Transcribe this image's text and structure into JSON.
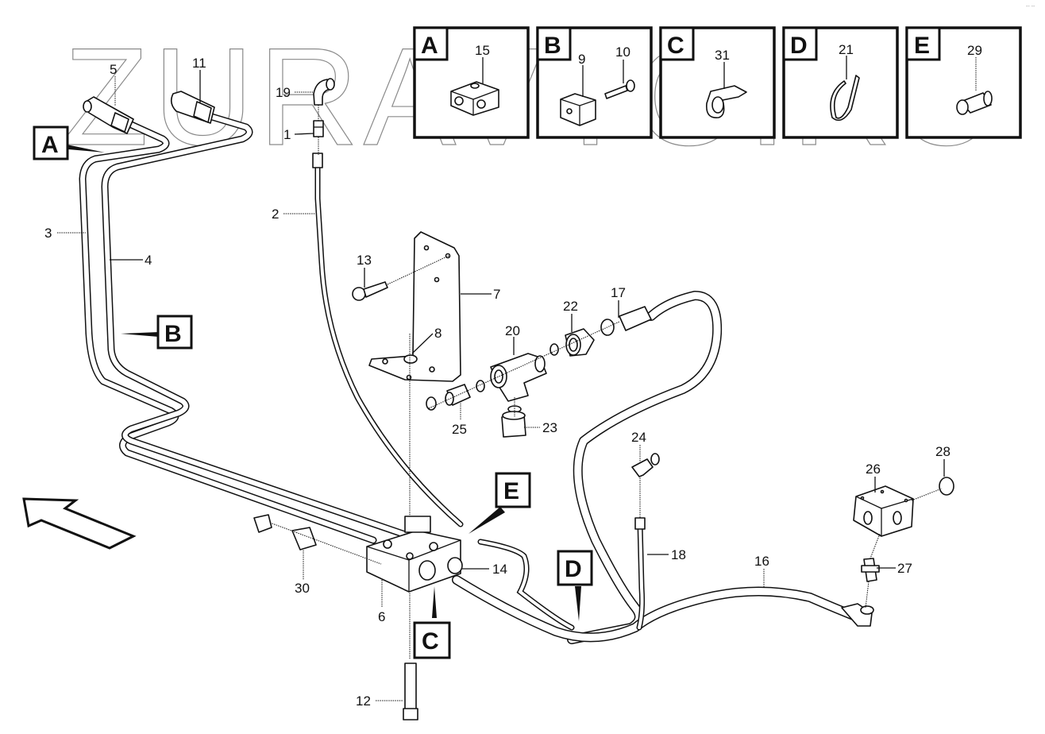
{
  "diagram": {
    "title": "Hydraulic pipes and hoses exploded parts diagram",
    "watermark": "ZURAVTO.RU",
    "corner_mark": "-- --",
    "direction_arrow": "front-direction-arrow",
    "callouts": [
      "A",
      "B",
      "C",
      "D",
      "E"
    ],
    "insets": [
      {
        "letter": "A",
        "part_numbers": [
          "15"
        ],
        "part": "pipe clamp"
      },
      {
        "letter": "B",
        "part_numbers": [
          "9",
          "10"
        ],
        "part": "clamp block and screw"
      },
      {
        "letter": "C",
        "part_numbers": [
          "31"
        ],
        "part": "hose clip"
      },
      {
        "letter": "D",
        "part_numbers": [
          "21"
        ],
        "part": "cable tie"
      },
      {
        "letter": "E",
        "part_numbers": [
          "29"
        ],
        "part": "adapter nipple"
      }
    ],
    "part_labels": {
      "p1": "1",
      "p2": "2",
      "p3": "3",
      "p4": "4",
      "p5": "5",
      "p6": "6",
      "p7": "7",
      "p8": "8",
      "p9": "9",
      "p10": "10",
      "p11": "11",
      "p12": "12",
      "p13": "13",
      "p14": "14",
      "p15": "15",
      "p16": "16",
      "p17": "17",
      "p18": "18",
      "p19": "19",
      "p20": "20",
      "p21": "21",
      "p22": "22",
      "p23": "23",
      "p24": "24",
      "p25": "25",
      "p26": "26",
      "p27": "27",
      "p28": "28",
      "p29": "29",
      "p30": "30",
      "p31": "31"
    }
  }
}
